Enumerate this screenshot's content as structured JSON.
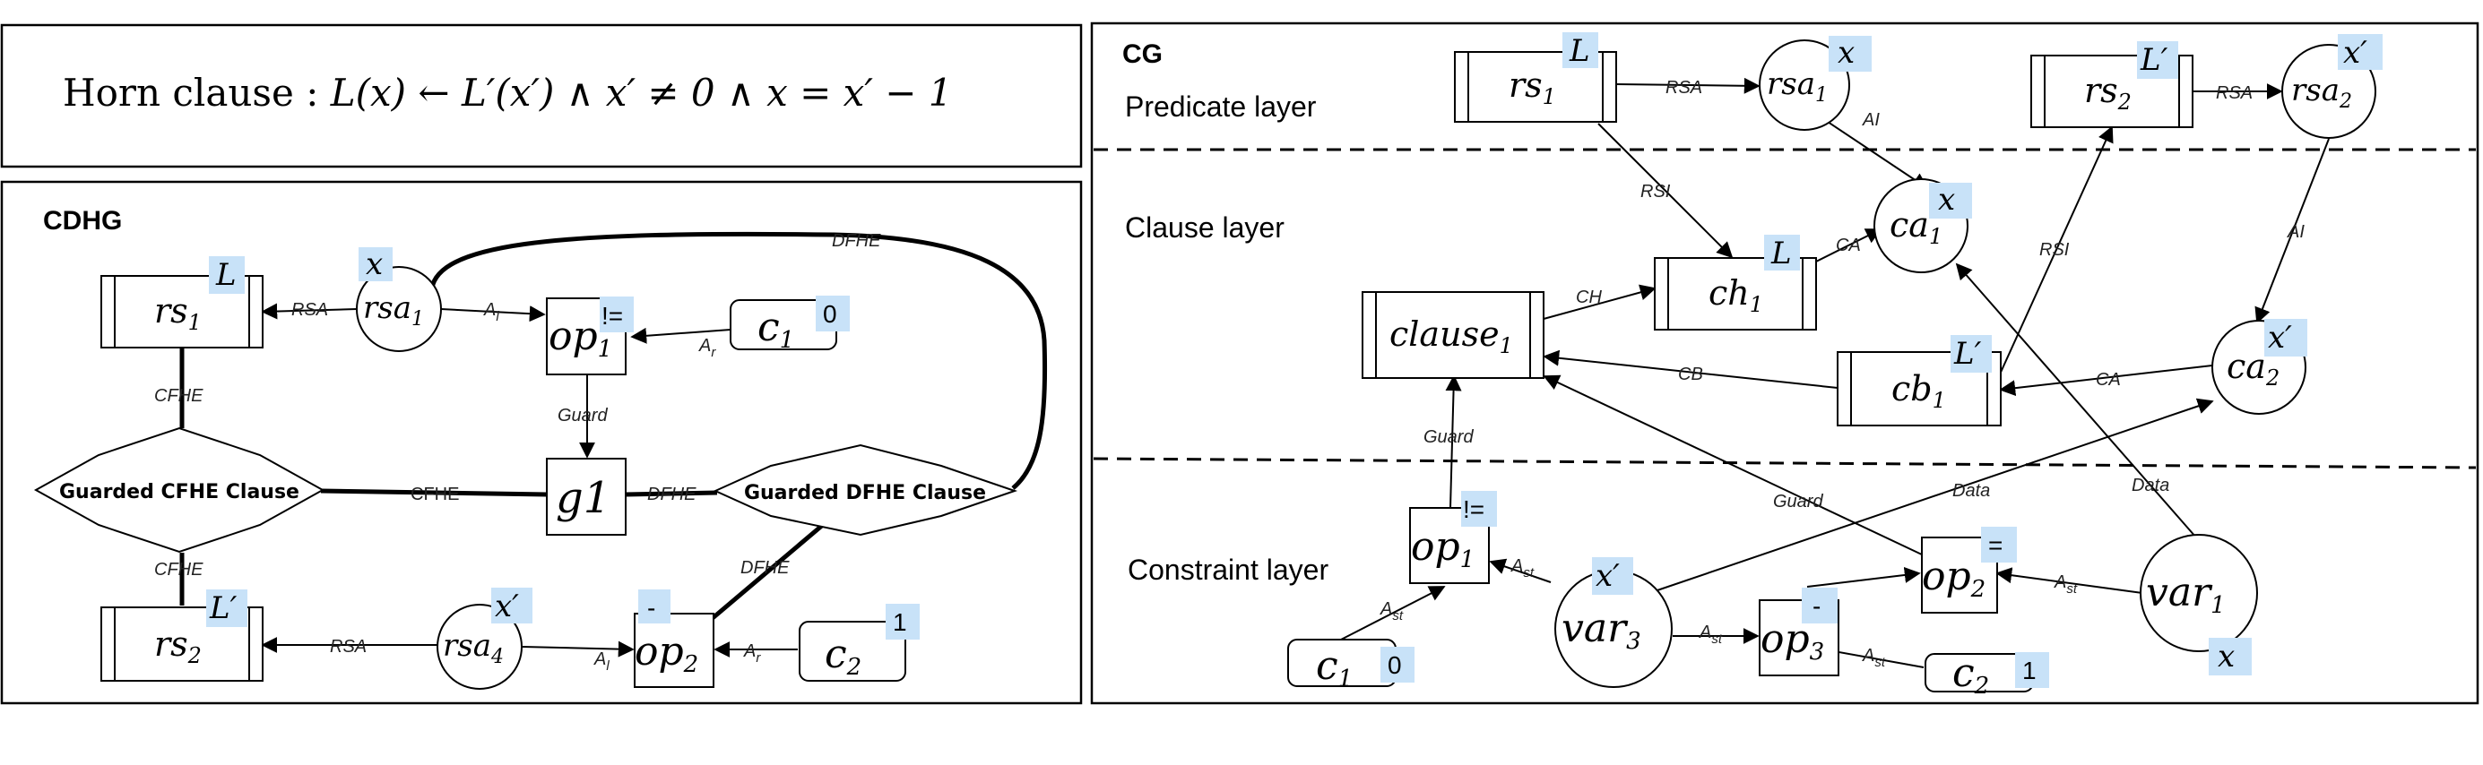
{
  "horn": {
    "prefix": "Horn clause : ",
    "formula": "L(x) ← L′(x′) ∧ x′ ≠ 0 ∧ x = x′ − 1"
  },
  "cdhg": {
    "title": "CDHG",
    "nodes": {
      "rs1": {
        "base": "rs",
        "sub": "1",
        "tag": "L"
      },
      "rsa1": {
        "base": "rsa",
        "sub": "1",
        "tag": "x"
      },
      "op1": {
        "base": "op",
        "sub": "1",
        "tag": "!="
      },
      "c1": {
        "base": "c",
        "sub": "1",
        "tag": "0"
      },
      "g1": {
        "base": "g1"
      },
      "rs2": {
        "base": "rs",
        "sub": "2",
        "tag": "L′"
      },
      "rsa4": {
        "base": "rsa",
        "sub": "4",
        "tag": "x′"
      },
      "op2": {
        "base": "op",
        "sub": "2",
        "tag": "-"
      },
      "c2": {
        "base": "c",
        "sub": "2",
        "tag": "1"
      },
      "guarded_cfhe": "Guarded CFHE Clause",
      "guarded_dfhe": "Guarded DFHE Clause"
    },
    "edges": {
      "rsa_top": "RSA",
      "al_top": "A",
      "al_top_sub": "l",
      "ar_top": "A",
      "ar_top_sub": "r",
      "guard": "Guard",
      "cfhe_top": "CFHE",
      "cfhe_mid": "CFHE",
      "cfhe_bot": "CFHE",
      "dfhe_mid": "DFHE",
      "dfhe_top": "DFHE",
      "dfhe_bot": "DFHE",
      "rsa_bot": "RSA",
      "al_bot": "A",
      "al_bot_sub": "l",
      "ar_bot": "A",
      "ar_bot_sub": "r"
    }
  },
  "cg": {
    "title": "CG",
    "layers": {
      "predicate": "Predicate layer",
      "clause": "Clause layer",
      "constraint": "Constraint layer"
    },
    "nodes": {
      "rs1": {
        "base": "rs",
        "sub": "1",
        "tag": "L"
      },
      "rsa1": {
        "base": "rsa",
        "sub": "1",
        "tag": "x"
      },
      "rs2": {
        "base": "rs",
        "sub": "2",
        "tag": "L′"
      },
      "rsa2": {
        "base": "rsa",
        "sub": "2",
        "tag": "x′"
      },
      "ch1": {
        "base": "ch",
        "sub": "1",
        "tag": "L"
      },
      "ca1": {
        "base": "ca",
        "sub": "1",
        "tag": "x"
      },
      "clause1": {
        "base": "clause",
        "sub": "1"
      },
      "cb1": {
        "base": "cb",
        "sub": "1",
        "tag": "L′"
      },
      "ca2": {
        "base": "ca",
        "sub": "2",
        "tag": "x′"
      },
      "op1": {
        "base": "op",
        "sub": "1",
        "tag": "!="
      },
      "c1": {
        "base": "c",
        "sub": "1",
        "tag": "0"
      },
      "var3": {
        "base": "var",
        "sub": "3",
        "tag": "x′"
      },
      "op3": {
        "base": "op",
        "sub": "3",
        "tag": "-"
      },
      "op2": {
        "base": "op",
        "sub": "2",
        "tag": "="
      },
      "c2": {
        "base": "c",
        "sub": "2",
        "tag": "1"
      },
      "var1": {
        "base": "var",
        "sub": "1",
        "tag": "x"
      }
    },
    "edges": {
      "rsa1": "RSA",
      "ai1": "AI",
      "rsa2": "RSA",
      "ai2": "AI",
      "rsi1": "RSI",
      "rsi2": "RSI",
      "ca1": "CA",
      "ch": "CH",
      "cb": "CB",
      "ca2": "CA",
      "guard1": "Guard",
      "guard2": "Guard",
      "data1": "Data",
      "data2": "Data",
      "ast1": "A",
      "ast2": "A",
      "ast3": "A",
      "ast4": "A",
      "ast5": "A",
      "ast_sub": "st"
    }
  },
  "colors": {
    "tag_fill": "#c8e2f8",
    "stroke": "#000000"
  }
}
